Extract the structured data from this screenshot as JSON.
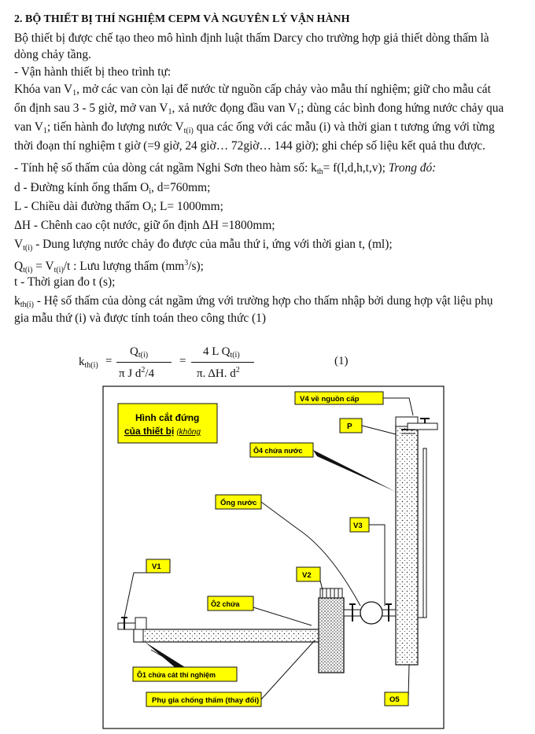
{
  "heading": "2. BỘ THIẾT BỊ THÍ NGHIỆM CEPM VÀ NGUYÊN LÝ VẬN HÀNH",
  "intro": {
    "l1": "Bộ thiết bị được chế tạo theo mô hình định luật thấm Darcy cho trường hợp giả thiết dòng thấm là",
    "l2": "dòng chảy tầng."
  },
  "operation": {
    "title": "-  Vận hành thiết bị theo trình tự:",
    "l1a": "Khóa van V",
    "l1b": ", mở các van còn lại để nước từ nguồn cấp chảy vào mẫu thí nghiệm; giữ cho mẫu cát",
    "l2a": "ổn định sau 3 - 5 giờ, mở van V",
    "l2b": ", xả nước đọng đầu van V",
    "l2c": "; dùng các bình đong hứng nước chảy qua",
    "l3a": "van V",
    "l3b": "; tiến hành đo lượng nước V",
    "l3c": " qua các ống với các mẫu (i) và thời gian t tương ứng với từng",
    "l4": "thời đoạn thí nghiệm t giờ (=9 giờ, 24 giờ… 72giờ… 144 giờ); ghi chép số liệu kết quả thu được."
  },
  "params": {
    "intro_a": "- Tính hệ số thấm của dòng cát ngầm Nghi Sơn theo hàm số: k",
    "intro_b": "= f(l,d,h,t,v); ",
    "intro_c": "Trong đó:",
    "d_a": "d - Đường kính ống thấm O",
    "d_b": ", d=760mm;",
    "L_a": "L - Chiều dài đường thấm O",
    "L_b": "; L= 1000mm;",
    "dH": "ΔH - Chênh cao cột nước, giữ ổn định ΔH =1800mm;",
    "V_a": "V",
    "V_b": " - Dung lượng nước chảy đo được của mẫu thứ i, ứng với thời gian t, (ml);",
    "Q_a": "Q",
    "Q_b": " = V",
    "Q_c": "/t : Lưu lượng thấm (mm",
    "Q_d": "/s);",
    "t": "t - Thời gian đo t (s);",
    "k_a": "k",
    "k_b": " - Hệ số thấm của dòng cát ngầm ứng với trường hợp cho thấm nhập bởi dung hợp vật liệu phụ",
    "k_c": "gia mẫu thứ (i) và được tính toán theo công thức (1)"
  },
  "subs": {
    "one": "1",
    "ti": "t(i)",
    "i": "i",
    "th": "th",
    "thi": "th(i)",
    "three": "3",
    "two": "2"
  },
  "formula": {
    "lhs": "k",
    "num1": "Q",
    "den1a": "π J d",
    "den1b": "/4",
    "num2": "4 L Q",
    "den2a": "π. ΔH. d",
    "eq": "=",
    "number": "(1)"
  },
  "diagram": {
    "title1": "Hình cắt đứng",
    "title2": "của thiết bị",
    "title3": "(không",
    "labels": {
      "v4": "V4 về nguồn cấp",
      "p": "P",
      "o4": "Ô4 chứa nước",
      "ong": "Ống nước",
      "v3": "V3",
      "v1": "V1",
      "v2": "V2",
      "o2": "Ô2 chứa",
      "o1": "Ô1 chứa cát thí nghiệm",
      "phu": "Phụ gia chống thấm (thay đổi)",
      "o5": "O5"
    },
    "colors": {
      "label_fill": "#ffff00",
      "stroke": "#111111"
    }
  }
}
